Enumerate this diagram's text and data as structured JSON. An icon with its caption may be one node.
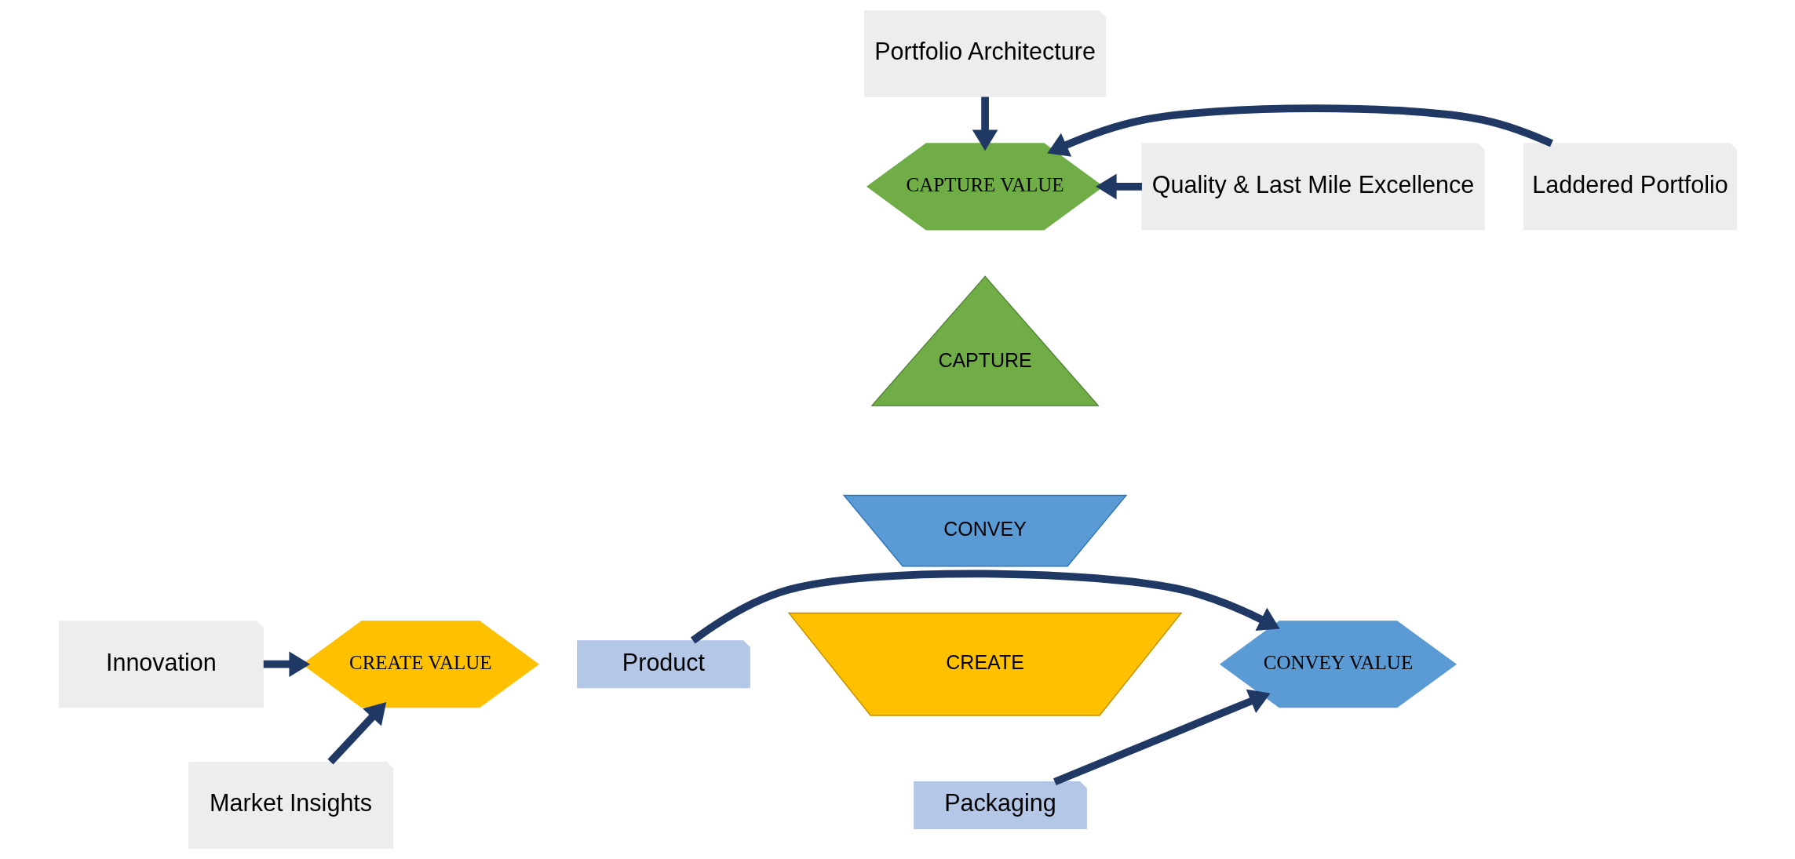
{
  "diagram": {
    "nodes": [
      {
        "text": [
          "Portfolio Architecture"
        ]
      },
      {
        "text": [
          "Laddered Portfolio"
        ]
      },
      {
        "text": [
          "CAPTURE VALUE"
        ]
      },
      {
        "text": [
          "Quality & Last Mile Excellence"
        ]
      },
      {
        "text": [
          "CAPTURE"
        ]
      },
      {
        "text": [
          "CONVEY"
        ]
      },
      {
        "text": [
          "Innovation"
        ]
      },
      {
        "text": [
          "Market Insights"
        ]
      },
      {
        "text": [
          "CREATE VALUE"
        ]
      },
      {
        "text": [
          "CREATE"
        ]
      },
      {
        "text": [
          "CONVEY VALUE"
        ]
      },
      {
        "text": [
          "Product"
        ]
      },
      {
        "text": [
          "Packaging"
        ]
      }
    ],
    "edges": [
      {
        "from": 0,
        "to": 2,
        "arrow": "to"
      },
      {
        "from": 1,
        "to": 2,
        "arrow": "to"
      },
      {
        "from": 3,
        "to": 2,
        "arrow": "to"
      },
      {
        "from": 6,
        "to": 8,
        "arrow": "to"
      },
      {
        "from": 7,
        "to": 8,
        "arrow": "to"
      },
      {
        "from": 11,
        "to": 10,
        "arrow": "to"
      },
      {
        "from": 12,
        "to": 10,
        "arrow": "to"
      }
    ]
  }
}
